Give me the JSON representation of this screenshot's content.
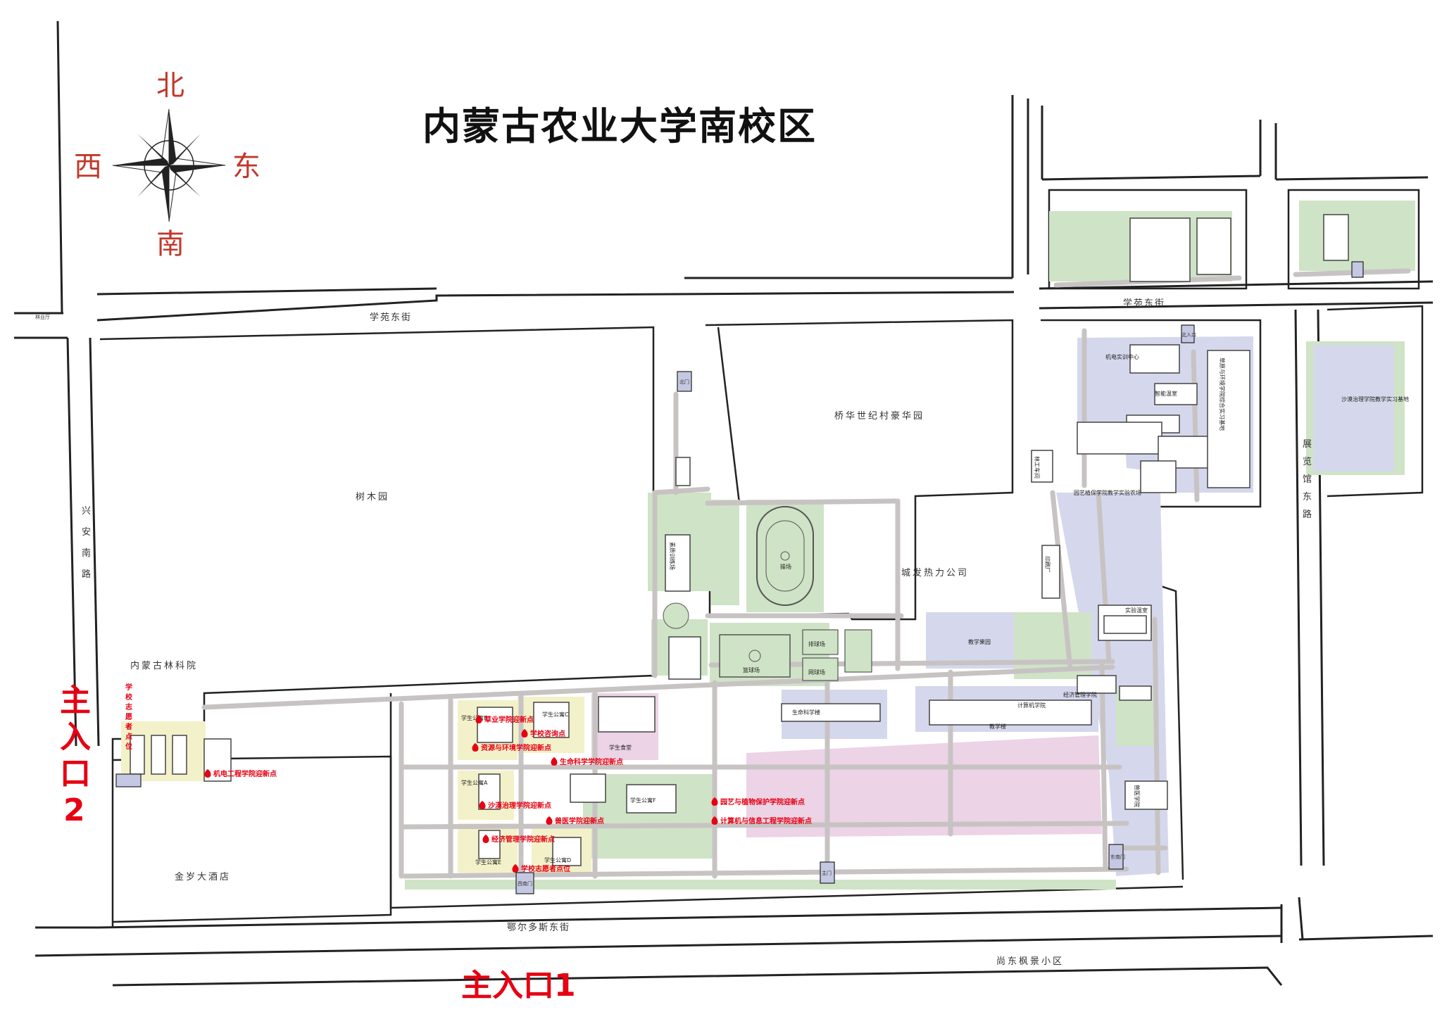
{
  "title": "内蒙古农业大学南校区",
  "compass": {
    "north": "北",
    "south": "南",
    "east": "东",
    "west": "西"
  },
  "roads": {
    "xueyuan_west": "学苑东街",
    "xueyuan_east": "学苑东街",
    "erdos": "鄂尔多斯东街",
    "xingan": "兴安南路",
    "zhanlan": "展览馆东路",
    "linye": "林业厅"
  },
  "areas": {
    "shumu": "树木园",
    "qiaohua": "桥华世纪村豪华园",
    "chengfa": "城发热力公司",
    "linke": "内蒙古林科院",
    "jinsui": "金岁大酒店",
    "shangdong": "尚东枫景小区",
    "shamo": "沙漠治理学院教学实习基地",
    "caoyuan": "草原与环境学院综合实习基地",
    "yuanyi": "园艺植保学院教学实验农场"
  },
  "buildings": {
    "apt_a": "学生公寓A",
    "apt_b": "学生公寓B",
    "apt_c": "学生公寓C",
    "apt_d": "学生公寓D",
    "apt_e": "学生公寓E",
    "apt_f": "学生公寓F",
    "canteen": "学生食堂",
    "playground": "操场",
    "basketball": "篮球场",
    "volleyball": "排球场",
    "tennis": "网球场",
    "teaching": "教学楼",
    "life_science": "生命科学楼",
    "orchard": "教学果园",
    "jidian": "机电实训中心",
    "smart_greenhouse": "智能温室",
    "experiment_greenhouse": "实验温室",
    "vet": "兽医学院",
    "training": "素质训练场",
    "linjie": "林工车间",
    "print": "印刷厂",
    "computer": "计算机学院",
    "economics": "经济管理学院"
  },
  "gates": {
    "north": "北门",
    "south": "主门",
    "southwest": "西南门",
    "southeast": "东南门",
    "east_north": "北入口"
  },
  "pins": [
    "草业学院迎新点",
    "学校咨询点",
    "资源与环境学院迎新点",
    "生命科学学院迎新点",
    "沙漠治理学院迎新点",
    "兽医学院迎新点",
    "经济管理学院迎新点",
    "学校志愿者点位",
    "园艺与植物保护学院迎新点",
    "计算机与信息工程学院迎新点",
    "机电工程学院迎新点"
  ],
  "volunteer_vertical": "学校志愿者点位",
  "entrances": {
    "main1": "主入口1",
    "main2_lines": [
      "主",
      "入",
      "口",
      "2"
    ]
  },
  "colors": {
    "road_line": "#222222",
    "path": "#c8c3c3",
    "green": "#cfe3c6",
    "purple": "#d5d8ec",
    "pink": "#ecd3e6",
    "yellow": "#f3f1c9",
    "pin": "#e60012"
  }
}
